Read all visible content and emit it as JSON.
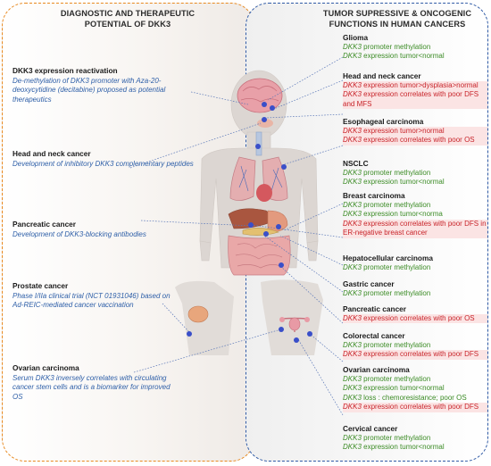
{
  "left_panel": {
    "title_line1": "DIAGNOSTIC AND THERAPEUTIC",
    "title_line2": "POTENTIAL OF DKK3",
    "items": [
      {
        "title": "DKK3 expression reactivation",
        "desc": "De-methylation of DKK3 promoter with Aza-20-deoxycytidine (decitabine) proposed as potential therapeutics"
      },
      {
        "title": "Head and neck cancer",
        "desc": "Development of inhibitory DKK3 complementary peptides"
      },
      {
        "title": "Pancreatic cancer",
        "desc": "Development of DKK3-blocking antibodies"
      },
      {
        "title": "Prostate cancer",
        "desc": "Phase I/IIa clinical trial (NCT 01931046) based on Ad-REIC-mediated cancer vaccination"
      },
      {
        "title": "Ovarian carcinoma",
        "desc": "Serum DKK3 inversely correlates with circulating cancer stem cells and is a biomarker for improved OS"
      }
    ]
  },
  "right_panel": {
    "title_line1": "TUMOR SUPRESSIVE & ONCOGENIC",
    "title_line2": "FUNCTIONS IN HUMAN CANCERS",
    "cancers": [
      {
        "name": "Glioma",
        "findings": [
          {
            "gene": "DKK3",
            "text": " promoter methylation",
            "type": "suppressive"
          },
          {
            "gene": "DKK3",
            "text": " expression tumor<normal",
            "type": "suppressive"
          }
        ]
      },
      {
        "name": "Head and neck cancer",
        "findings": [
          {
            "gene": "DKK3",
            "text": " expression tumor>dysplasia>normal",
            "type": "oncogenic"
          },
          {
            "gene": "DKK3",
            "text": " expression correlates with poor DFS and MFS",
            "type": "oncogenic"
          }
        ]
      },
      {
        "name": "Esophageal carcinoma",
        "findings": [
          {
            "gene": "DKK3",
            "text": " expression tumor>normal",
            "type": "oncogenic"
          },
          {
            "gene": "DKK3",
            "text": " expression correlates with poor OS",
            "type": "oncogenic"
          }
        ]
      },
      {
        "name": "NSCLC",
        "findings": [
          {
            "gene": "DKK3",
            "text": " promoter methylation",
            "type": "suppressive"
          },
          {
            "gene": "DKK3",
            "text": " expression tumor<normal",
            "type": "suppressive"
          }
        ]
      },
      {
        "name": "Breast carcinoma",
        "findings": [
          {
            "gene": "DKK3",
            "text": " promoter methylation",
            "type": "suppressive"
          },
          {
            "gene": "DKK3",
            "text": " expression tumor<norma",
            "type": "suppressive"
          },
          {
            "gene": "DKK3",
            "text": " expression correlates with poor DFS in ER-negative breast cancer",
            "type": "oncogenic"
          }
        ]
      },
      {
        "name": "Hepatocellular carcinoma",
        "findings": [
          {
            "gene": "DKK3",
            "text": " promoter methylation",
            "type": "suppressive"
          }
        ]
      },
      {
        "name": "Gastric cancer",
        "findings": [
          {
            "gene": "DKK3",
            "text": " promoter methylation",
            "type": "suppressive"
          }
        ]
      },
      {
        "name": "Pancreatic cancer",
        "findings": [
          {
            "gene": "DKK3",
            "text": " expression correlates with poor OS",
            "type": "oncogenic"
          }
        ]
      },
      {
        "name": "Colorectal cancer",
        "findings": [
          {
            "gene": "DKK3",
            "text": " promoter methylation",
            "type": "suppressive"
          },
          {
            "gene": "DKK3",
            "text": " expression correlates with poor DFS",
            "type": "oncogenic"
          }
        ]
      },
      {
        "name": "Ovarian carcinoma",
        "findings": [
          {
            "gene": "DKK3",
            "text": " promoter methylation",
            "type": "suppressive"
          },
          {
            "gene": "DKK3",
            "text": " expression tumor<normal",
            "type": "suppressive"
          },
          {
            "gene": "DKK3",
            "text": " loss : chemoresistance; poor OS",
            "type": "suppressive"
          },
          {
            "gene": "DKK3",
            "text": " expression correlates with poor DFS",
            "type": "oncogenic"
          }
        ]
      },
      {
        "name": "Cervical cancer",
        "findings": [
          {
            "gene": "DKK3",
            "text": " promoter methylation",
            "type": "suppressive"
          },
          {
            "gene": "DKK3",
            "text": " expression tumor<normal",
            "type": "suppressive"
          }
        ]
      }
    ]
  },
  "colors": {
    "left_border": "#e8891f",
    "right_border": "#2f5aa6",
    "suppressive_text": "#3c8c26",
    "oncogenic_text": "#c8242a",
    "oncogenic_highlight": "#fbe4e4",
    "therapeutic_text": "#2e5fa8",
    "marker_dot": "#3a4fc9"
  }
}
